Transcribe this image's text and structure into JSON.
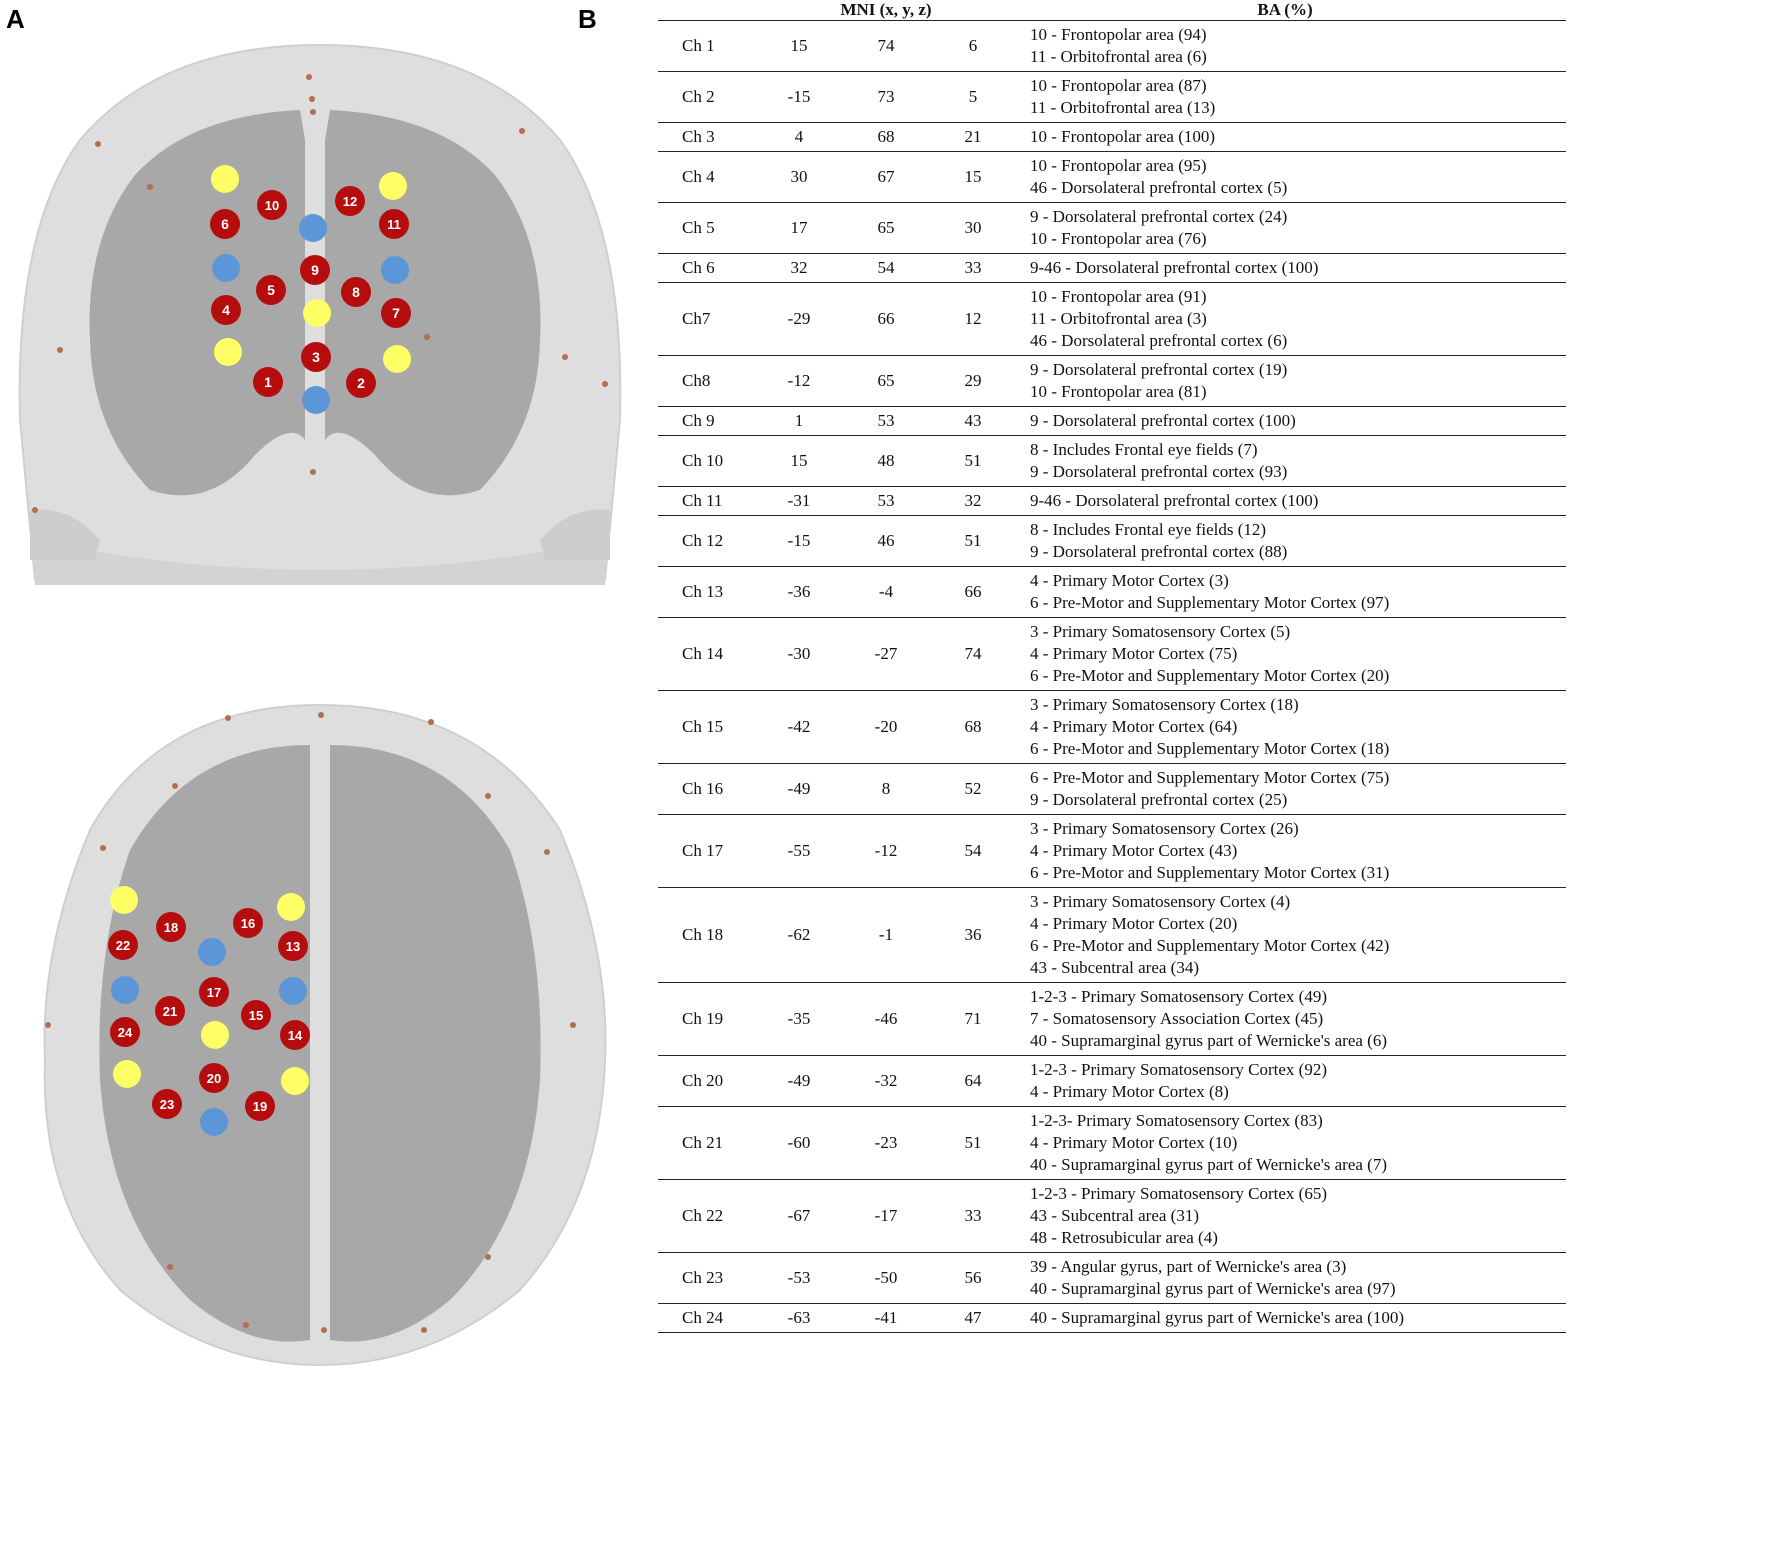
{
  "panels": {
    "a_label": "A",
    "b_label": "B"
  },
  "figure": {
    "front_channels": [
      {
        "label": "1",
        "ch": 1
      },
      {
        "label": "2",
        "ch": 2
      },
      {
        "label": "3",
        "ch": 3
      },
      {
        "label": "4",
        "ch": 4
      },
      {
        "label": "5",
        "ch": 5
      },
      {
        "label": "6",
        "ch": 6
      },
      {
        "label": "7",
        "ch": 7
      },
      {
        "label": "8",
        "ch": 8
      },
      {
        "label": "9",
        "ch": 9
      },
      {
        "label": "10",
        "ch": 10
      },
      {
        "label": "11",
        "ch": 11
      },
      {
        "label": "12",
        "ch": 12
      }
    ],
    "top_channels": [
      {
        "label": "13",
        "ch": 13
      },
      {
        "label": "14",
        "ch": 14
      },
      {
        "label": "15",
        "ch": 15
      },
      {
        "label": "16",
        "ch": 16
      },
      {
        "label": "17",
        "ch": 17
      },
      {
        "label": "18",
        "ch": 18
      },
      {
        "label": "19",
        "ch": 19
      },
      {
        "label": "20",
        "ch": 20
      },
      {
        "label": "21",
        "ch": 21
      },
      {
        "label": "22",
        "ch": 22
      },
      {
        "label": "23",
        "ch": 23
      },
      {
        "label": "24",
        "ch": 24
      }
    ],
    "colors": {
      "channel": "#b50d0d",
      "source": "#ffff66",
      "detector": "#5b97d8",
      "brain": "#a9a9a9",
      "head": "#dcdcdc"
    }
  },
  "table": {
    "header": {
      "mni": "MNI (x, y, z)",
      "ba": "BA (%)"
    },
    "rows": [
      {
        "ch": "Ch 1",
        "x": "15",
        "y": "74",
        "z": "6",
        "ba": [
          "10 - Frontopolar area (94)",
          "11 - Orbitofrontal area (6)"
        ]
      },
      {
        "ch": "Ch 2",
        "x": "-15",
        "y": "73",
        "z": "5",
        "ba": [
          "10 - Frontopolar area (87)",
          "11 - Orbitofrontal area (13)"
        ]
      },
      {
        "ch": "Ch 3",
        "x": "4",
        "y": "68",
        "z": "21",
        "ba": [
          "10 - Frontopolar area (100)"
        ]
      },
      {
        "ch": "Ch 4",
        "x": "30",
        "y": "67",
        "z": "15",
        "ba": [
          "10 - Frontopolar area (95)",
          "46 - Dorsolateral prefrontal cortex (5)"
        ]
      },
      {
        "ch": "Ch 5",
        "x": "17",
        "y": "65",
        "z": "30",
        "ba": [
          "9 - Dorsolateral prefrontal cortex (24)",
          "10 - Frontopolar area (76)"
        ]
      },
      {
        "ch": "Ch 6",
        "x": "32",
        "y": "54",
        "z": "33",
        "ba": [
          "9-46 - Dorsolateral prefrontal cortex (100)"
        ]
      },
      {
        "ch": "Ch7",
        "x": "-29",
        "y": "66",
        "z": "12",
        "ba": [
          "10 - Frontopolar area (91)",
          "11 - Orbitofrontal area (3)",
          "46 - Dorsolateral prefrontal cortex (6)"
        ]
      },
      {
        "ch": "Ch8",
        "x": "-12",
        "y": "65",
        "z": "29",
        "ba": [
          "9 - Dorsolateral prefrontal cortex (19)",
          "10 - Frontopolar area (81)"
        ]
      },
      {
        "ch": "Ch 9",
        "x": "1",
        "y": "53",
        "z": "43",
        "ba": [
          "9 - Dorsolateral prefrontal cortex (100)"
        ]
      },
      {
        "ch": "Ch 10",
        "x": "15",
        "y": "48",
        "z": "51",
        "ba": [
          "8 - Includes Frontal eye fields (7)",
          "9 - Dorsolateral prefrontal cortex (93)"
        ]
      },
      {
        "ch": "Ch 11",
        "x": "-31",
        "y": "53",
        "z": "32",
        "ba": [
          "9-46 - Dorsolateral prefrontal cortex (100)"
        ]
      },
      {
        "ch": "Ch 12",
        "x": "-15",
        "y": "46",
        "z": "51",
        "ba": [
          "8 - Includes Frontal eye fields (12)",
          "9 - Dorsolateral prefrontal cortex (88)"
        ]
      },
      {
        "ch": "Ch 13",
        "x": "-36",
        "y": "-4",
        "z": "66",
        "ba": [
          "4 - Primary Motor Cortex (3)",
          "6 - Pre-Motor and Supplementary Motor Cortex (97)"
        ]
      },
      {
        "ch": "Ch 14",
        "x": "-30",
        "y": "-27",
        "z": "74",
        "ba": [
          "3 - Primary Somatosensory Cortex (5)",
          "4 - Primary Motor Cortex (75)",
          "6 - Pre-Motor and Supplementary Motor Cortex (20)"
        ]
      },
      {
        "ch": "Ch 15",
        "x": "-42",
        "y": "-20",
        "z": "68",
        "ba": [
          "3 - Primary Somatosensory Cortex (18)",
          "4 - Primary Motor Cortex (64)",
          "6 - Pre-Motor and Supplementary Motor Cortex (18)"
        ]
      },
      {
        "ch": "Ch 16",
        "x": "-49",
        "y": "8",
        "z": "52",
        "ba": [
          "6 - Pre-Motor and Supplementary Motor Cortex (75)",
          "9 - Dorsolateral prefrontal cortex (25)"
        ]
      },
      {
        "ch": "Ch 17",
        "x": "-55",
        "y": "-12",
        "z": "54",
        "ba": [
          "3 - Primary Somatosensory Cortex (26)",
          "4 - Primary Motor Cortex (43)",
          "6 - Pre-Motor and Supplementary Motor Cortex (31)"
        ]
      },
      {
        "ch": "Ch 18",
        "x": "-62",
        "y": "-1",
        "z": "36",
        "ba": [
          "3 - Primary Somatosensory Cortex (4)",
          "4 - Primary Motor Cortex (20)",
          "6 - Pre-Motor and Supplementary Motor Cortex (42)",
          "43 - Subcentral area (34)"
        ]
      },
      {
        "ch": "Ch 19",
        "x": "-35",
        "y": "-46",
        "z": "71",
        "ba": [
          "1-2-3 - Primary Somatosensory Cortex (49)",
          "7 - Somatosensory Association Cortex (45)",
          "40 - Supramarginal gyrus part of Wernicke's area (6)"
        ]
      },
      {
        "ch": "Ch 20",
        "x": "-49",
        "y": "-32",
        "z": "64",
        "ba": [
          "1-2-3 - Primary Somatosensory Cortex (92)",
          "4 - Primary Motor Cortex (8)"
        ]
      },
      {
        "ch": "Ch 21",
        "x": "-60",
        "y": "-23",
        "z": "51",
        "ba": [
          "1-2-3- Primary Somatosensory Cortex (83)",
          "4 - Primary Motor Cortex (10)",
          "40 - Supramarginal gyrus part of Wernicke's area (7)"
        ]
      },
      {
        "ch": "Ch 22",
        "x": "-67",
        "y": "-17",
        "z": "33",
        "ba": [
          "1-2-3 - Primary Somatosensory Cortex (65)",
          "43 - Subcentral area (31)",
          "48 - Retrosubicular area (4)"
        ]
      },
      {
        "ch": "Ch 23",
        "x": "-53",
        "y": "-50",
        "z": "56",
        "ba": [
          "39 - Angular gyrus, part of Wernicke's area (3)",
          "40 - Supramarginal gyrus part of Wernicke's area (97)"
        ]
      },
      {
        "ch": "Ch 24",
        "x": "-63",
        "y": "-41",
        "z": "47",
        "ba": [
          "40 - Supramarginal gyrus part of Wernicke's area (100)"
        ]
      }
    ]
  }
}
